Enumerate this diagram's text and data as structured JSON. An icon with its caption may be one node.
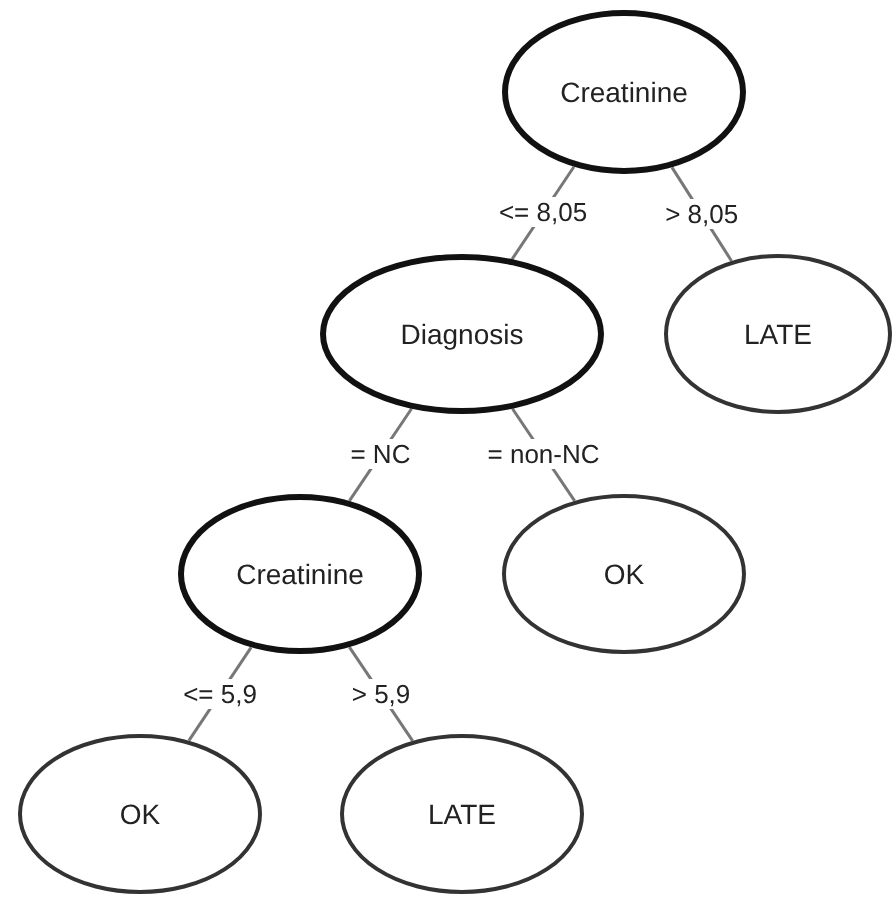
{
  "diagram": {
    "nodes": [
      {
        "text": [
          "Creatinine"
        ]
      },
      {
        "text": [
          "Diagnosis"
        ]
      },
      {
        "text": [
          "LATE"
        ]
      },
      {
        "text": [
          "Creatinine"
        ]
      },
      {
        "text": [
          "OK"
        ]
      },
      {
        "text": [
          "OK"
        ]
      },
      {
        "text": [
          "LATE"
        ]
      }
    ],
    "edges": [
      {
        "from": 0,
        "to": 1,
        "arrow": "none",
        "label": "<= 8,05"
      },
      {
        "from": 0,
        "to": 2,
        "arrow": "none",
        "label": "> 8,05"
      },
      {
        "from": 1,
        "to": 3,
        "arrow": "none",
        "label": "= NC"
      },
      {
        "from": 1,
        "to": 4,
        "arrow": "none",
        "label": "= non-NC"
      },
      {
        "from": 3,
        "to": 5,
        "arrow": "none",
        "label": "<= 5,9"
      },
      {
        "from": 3,
        "to": 6,
        "arrow": "none",
        "label": "> 5,9"
      }
    ]
  }
}
